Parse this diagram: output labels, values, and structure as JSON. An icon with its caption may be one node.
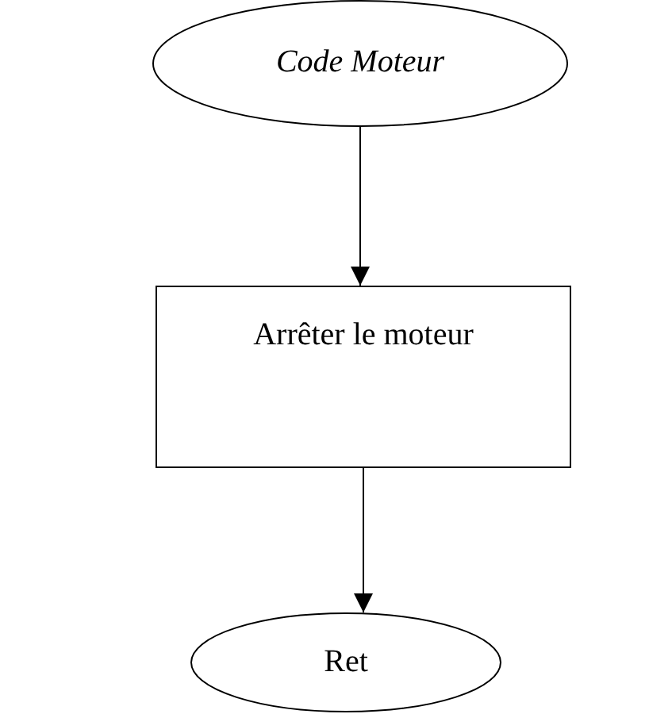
{
  "diagram": {
    "nodes": [
      {
        "text": [
          "Code Moteur"
        ]
      },
      {
        "text": [
          "Arrêter le moteur"
        ]
      },
      {
        "text": [
          "Ret"
        ]
      }
    ],
    "edges": [
      {
        "from": 0,
        "to": 1,
        "arrow": "to"
      },
      {
        "from": 1,
        "to": 2,
        "arrow": "to"
      }
    ]
  }
}
